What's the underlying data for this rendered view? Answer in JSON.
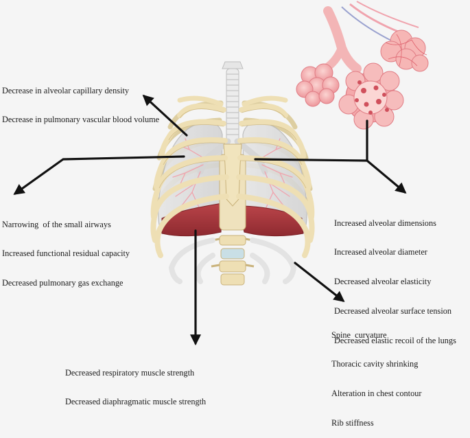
{
  "colors": {
    "background": "#f5f5f5",
    "bone": "#eedfb4",
    "bone_outline": "#c9b27a",
    "lung": "#dedede",
    "lung_outline": "#b9b9b9",
    "airway_pink": "#f0a3ad",
    "diaphragm_red": "#a8383d",
    "alveoli_pink": "#f3a5a8",
    "arrow": "#111111",
    "text": "#1a1a1a"
  },
  "labels": {
    "top_left": [
      "Decrease in alveolar capillary density",
      "Decrease in pulmonary vascular blood volume"
    ],
    "left": [
      "Narrowing  of the small airways",
      "Increased functional residual capacity",
      "Decreased pulmonary gas exchange"
    ],
    "right": [
      "Increased alveolar dimensions",
      "Increased alveolar diameter",
      "Decreased alveolar elasticity",
      "Decreased alveolar surface tension",
      "Decreased elastic recoil of the lungs"
    ],
    "bottom_right": [
      "Spine  curvature",
      "Thoracic cavity shrinking",
      "Alteration in chest contour",
      "Rib stiffness"
    ],
    "bottom_center": [
      "Decreased respiratory muscle strength",
      "Decreased diaphragmatic muscle strength"
    ]
  },
  "icons": {
    "thorax": "ribcage-lungs-illustration",
    "alveoli": "alveoli-cluster-illustration"
  }
}
